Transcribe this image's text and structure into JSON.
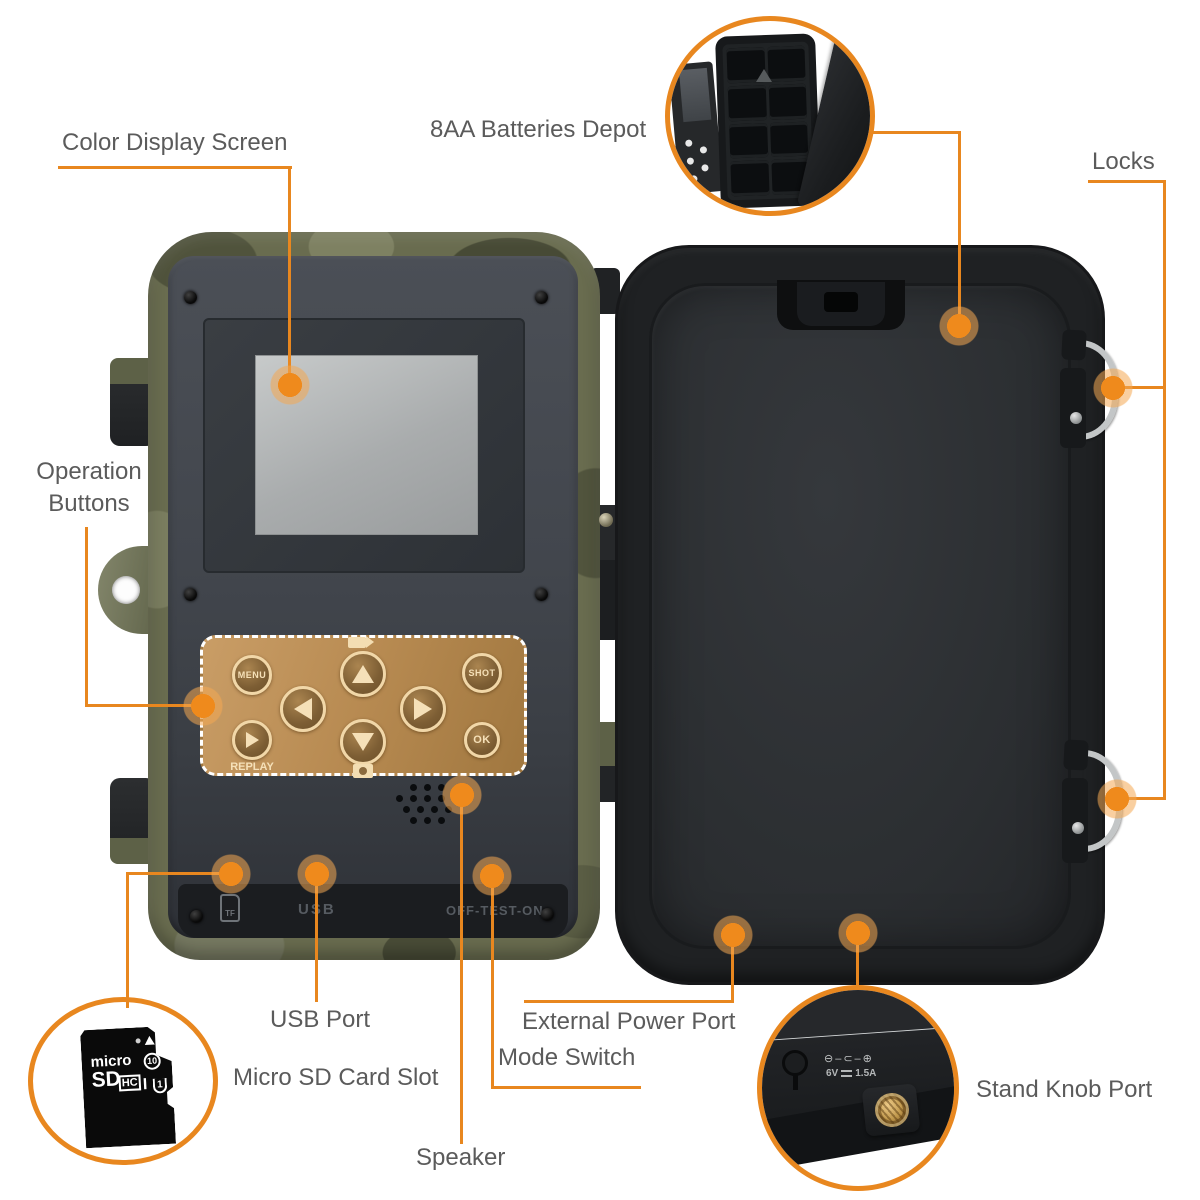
{
  "accent_color": "#E8871F",
  "label_color": "#5B5B5B",
  "callouts": {
    "display": {
      "label": "Color Display Screen"
    },
    "batteries": {
      "label": "8AA Batteries Depot"
    },
    "locks": {
      "label": "Locks"
    },
    "operation": {
      "label": "Operation Buttons"
    },
    "usb": {
      "label": "USB Port"
    },
    "sd": {
      "label": "Micro SD Card Slot"
    },
    "mode": {
      "label": "Mode Switch"
    },
    "speaker": {
      "label": "Speaker"
    },
    "power": {
      "label": "External Power Port"
    },
    "stand": {
      "label": "Stand Knob Port"
    }
  },
  "device": {
    "buttons": {
      "menu": "MENU",
      "shot": "SHOT",
      "replay": "REPLAY",
      "ok": "OK"
    },
    "markings": {
      "usb": "USB",
      "mode_switch": "OFF-TEST-ON",
      "tf_icon": "TF"
    }
  },
  "insets": {
    "sd_card": {
      "micro": "micro",
      "sd": "SD",
      "hc": "HC",
      "speed_class": "10",
      "uhs": "I",
      "u1": "1"
    },
    "stand_knob": {
      "polarity": "⊖–⊂–⊕",
      "voltage": "6V",
      "current": "1.5A"
    }
  }
}
